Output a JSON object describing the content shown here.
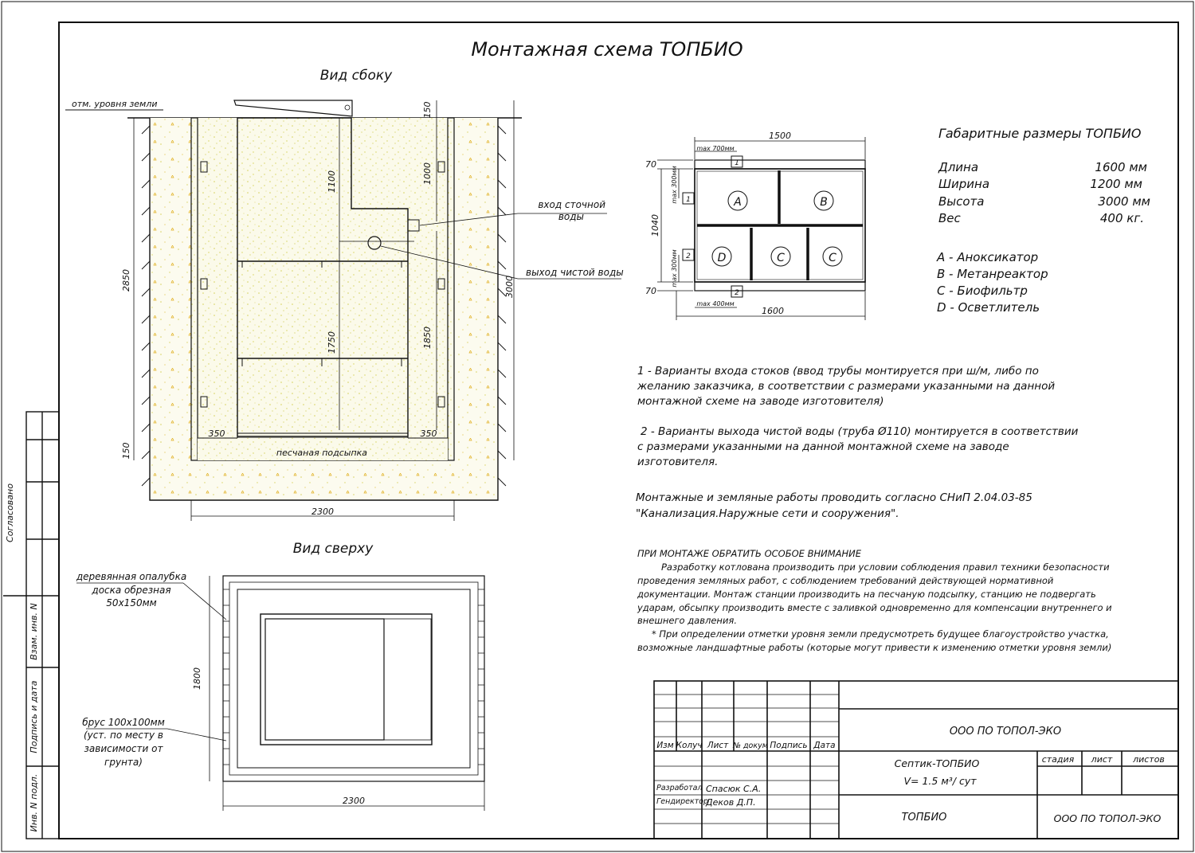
{
  "title": "Монтажная схема ТОПБИО",
  "side_view": {
    "heading": "Вид сбоку",
    "ground_label": "отм. уровня земли",
    "inlet_label_1": "вход сточной",
    "inlet_label_2": "воды",
    "outlet_label": "выход чистой воды",
    "sand_label": "песчаная подсыпка",
    "dims": {
      "d150_top": "150",
      "d1100": "1100",
      "d1000": "1000",
      "d2850": "2850",
      "d3000": "3000",
      "d1750": "1750",
      "d1850": "1850",
      "d350_l": "350",
      "d350_r": "350",
      "d150_bot": "150",
      "d2300": "2300"
    }
  },
  "top_view": {
    "heading": "Вид сверху",
    "formwork_1": "деревянная опалубка",
    "formwork_2": "доска обрезная",
    "formwork_3": "50х150мм",
    "beam_1": "брус 100х100мм",
    "beam_2": "(уст. по месту в",
    "beam_3": "зависимости от",
    "beam_4": "грунта)",
    "d1800": "1800",
    "d2300": "2300"
  },
  "plan": {
    "d1500": "1500",
    "d1600": "1600",
    "d1040": "1040",
    "d70_top": "70",
    "d70_bot": "70",
    "max700": "max 700мм",
    "max400": "max 400мм",
    "max300a": "max 300мм",
    "max300b": "max 300мм",
    "mark1_top": "1",
    "mark1_left": "1",
    "mark2_left": "2",
    "mark2_bot": "2",
    "cells": [
      "A",
      "B",
      "D",
      "C",
      "C"
    ]
  },
  "specs": {
    "heading": "Габаритные размеры ТОПБИО",
    "rows": [
      {
        "name": "Длина",
        "value": "1600 мм"
      },
      {
        "name": "Ширина",
        "value": "1200 мм"
      },
      {
        "name": "Высота",
        "value": "3000 мм"
      },
      {
        "name": "Вес",
        "value": "400 кг."
      }
    ],
    "legend": [
      "А - Аноксикатор",
      "В - Метанреактор",
      "С - Биофильтр",
      "D - Осветлитель"
    ]
  },
  "notes": {
    "n1": [
      "1 - Варианты входа  стоков (ввод трубы монтируется при ш/м, либо по",
      "желанию заказчика, в соответствии с размерами указанными на данной",
      "монтажной схеме на заводе изготовителя)"
    ],
    "n2": [
      "2 - Варианты выхода чистой воды (труба Ø110) монтируется в соответствии",
      "с размерами указанными на данной монтажной схеме на заводе",
      "изготовителя."
    ],
    "snip": [
      "Монтажные и земляные работы проводить согласно СНиП 2.04.03-85",
      "\"Канализация.Наружные сети и сооружения\"."
    ],
    "attention_heading": "ПРИ МОНТАЖЕ ОБРАТИТЬ ОСОБОЕ ВНИМАНИЕ",
    "attention": [
      "Разработку котлована производить при условии соблюдения правил техники безопасности",
      "проведения земляных работ, с соблюдением требований действующей нормативной",
      "документации. Монтаж станции производить на песчаную подсыпку, станцию не подвергать",
      "ударам, обсыпку производить вместе с заливкой одновременно для компенсации внутреннего и",
      "внешнего давления."
    ],
    "star": [
      "* При определении отметки уровня земли предусмотреть будущее благоустройство участка,",
      "возможные ландшафтные работы (которые могут привести к изменению отметки уровня земли)"
    ]
  },
  "side_stamp": {
    "agreed": "Согласовано",
    "inv_swap": "Взам. инв. N",
    "sign_date": "Подпись и дата",
    "inv_orig": "Инв. N подл."
  },
  "title_block": {
    "company": "ООО ПО ТОПОЛ-ЭКО",
    "product_1": "Септик-ТОПБИО",
    "product_2": "V= 1.5  м³/ сут",
    "doc_name": "ТОПБИО",
    "company_2": "ООО ПО ТОПОЛ-ЭКО",
    "col_izm": "Изм",
    "col_koluch": "Колуч",
    "col_list": "Лист",
    "col_ndok": "№ докум",
    "col_podpis": "Подпись",
    "col_data": "Дата",
    "stage": "стадия",
    "sheet": "лист",
    "sheets": "листов",
    "role_dev": "Разработал",
    "name_dev": "Спасюк С.А.",
    "role_dir": "Гендиректор",
    "name_dir": "Деков Д.П."
  },
  "colors": {
    "lid_green": "#36c714",
    "sand_dots": "#d6d25a",
    "line": "#111111",
    "sand_fill": "#fbfaea"
  }
}
